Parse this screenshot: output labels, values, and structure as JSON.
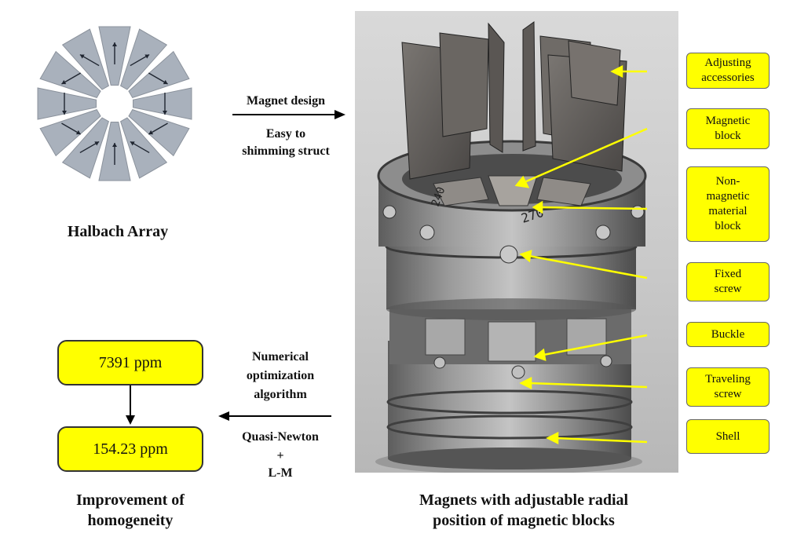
{
  "halbach": {
    "caption": "Halbach Array"
  },
  "arrow_top": {
    "line1": "Magnet design",
    "line2": "Easy to",
    "line3": "shimming struct"
  },
  "photo": {
    "caption_line1": "Magnets with adjustable radial",
    "caption_line2": "position of magnetic blocks",
    "engraved_1": "270",
    "engraved_2": "240"
  },
  "callouts": [
    {
      "lines": [
        "Adjusting",
        "accessories"
      ]
    },
    {
      "lines": [
        "Magnetic",
        "block"
      ]
    },
    {
      "lines": [
        "Non-",
        "magnetic",
        "material",
        "block"
      ]
    },
    {
      "lines": [
        "Fixed",
        "screw"
      ]
    },
    {
      "lines": [
        "Buckle"
      ]
    },
    {
      "lines": [
        "Traveling",
        "screw"
      ]
    },
    {
      "lines": [
        "Shell"
      ]
    }
  ],
  "arrow_bottom": {
    "line1": "Numerical",
    "line2": "optimization",
    "line3": "algorithm",
    "line4": "Quasi-Newton",
    "line5": "+",
    "line6": "L-M"
  },
  "homogeneity": {
    "before": "7391 ppm",
    "after": "154.23 ppm",
    "caption_line1": "Improvement of",
    "caption_line2": "homogeneity"
  },
  "colors": {
    "callout_fill": "#ffff00",
    "leader_line": "#ffff00",
    "segment": "#a9b1bc"
  }
}
